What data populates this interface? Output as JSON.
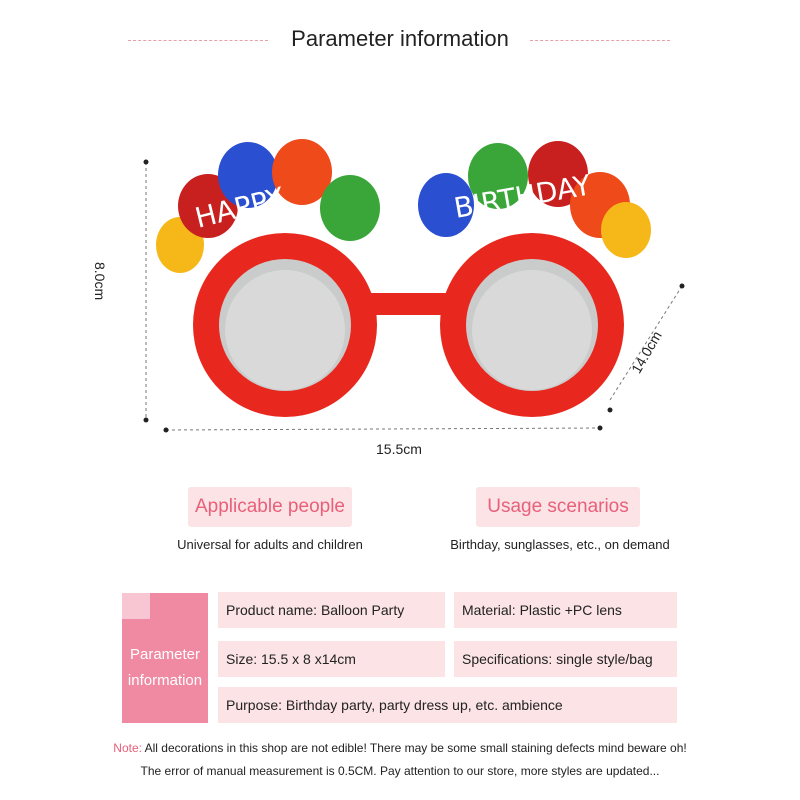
{
  "header": {
    "title": "Parameter information"
  },
  "product": {
    "left_text": "HAPPY",
    "right_text": "BIRTHDAY",
    "height_label": "8.0cm",
    "width_label": "15.5cm",
    "depth_label": "14.0cm",
    "frame_color": "#e8281e",
    "balloon_colors": [
      "#f6b819",
      "#c81f1f",
      "#2a4fd0",
      "#ee4a1a",
      "#3aa63a"
    ]
  },
  "applicable": {
    "label": "Applicable people",
    "desc": "Universal for adults and children"
  },
  "usage": {
    "label": "Usage scenarios",
    "desc": "Birthday, sunglasses, etc., on demand"
  },
  "params": {
    "heading_line1": "Parameter",
    "heading_line2": "information",
    "product_name": "Product name: Balloon Party",
    "material": "Material: Plastic +PC lens",
    "size": "Size: 15.5 x 8 x14cm",
    "specifications": "Specifications: single style/bag",
    "purpose": "Purpose: Birthday party, party dress up, etc. ambience"
  },
  "notes": {
    "prefix": "Note:",
    "line1": " All decorations in this shop are not edible! There may be some small staining defects mind beware oh!",
    "line2": "The error of manual measurement is 0.5CM. Pay attention to our store, more styles are updated..."
  }
}
